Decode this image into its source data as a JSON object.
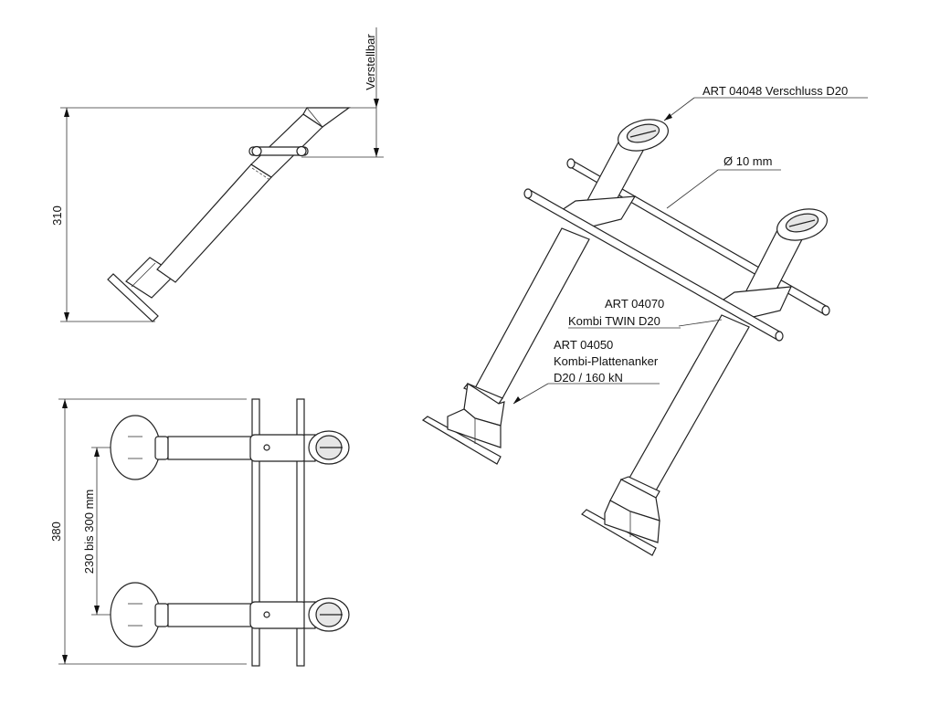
{
  "dimensions": {
    "side_height": "310",
    "adjustable": "Verstellbar",
    "top_height": "380",
    "spacing_range": "230 bis 300 mm"
  },
  "callouts": {
    "closure": "ART 04048 Verschluss D20",
    "diameter": "Ø 10 mm",
    "twin_code": "ART 04070",
    "twin_name": "Kombi TWIN D20",
    "anchor_code": "ART 04050",
    "anchor_name": "Kombi-Plattenanker",
    "anchor_spec": "D20 / 160 kN"
  }
}
